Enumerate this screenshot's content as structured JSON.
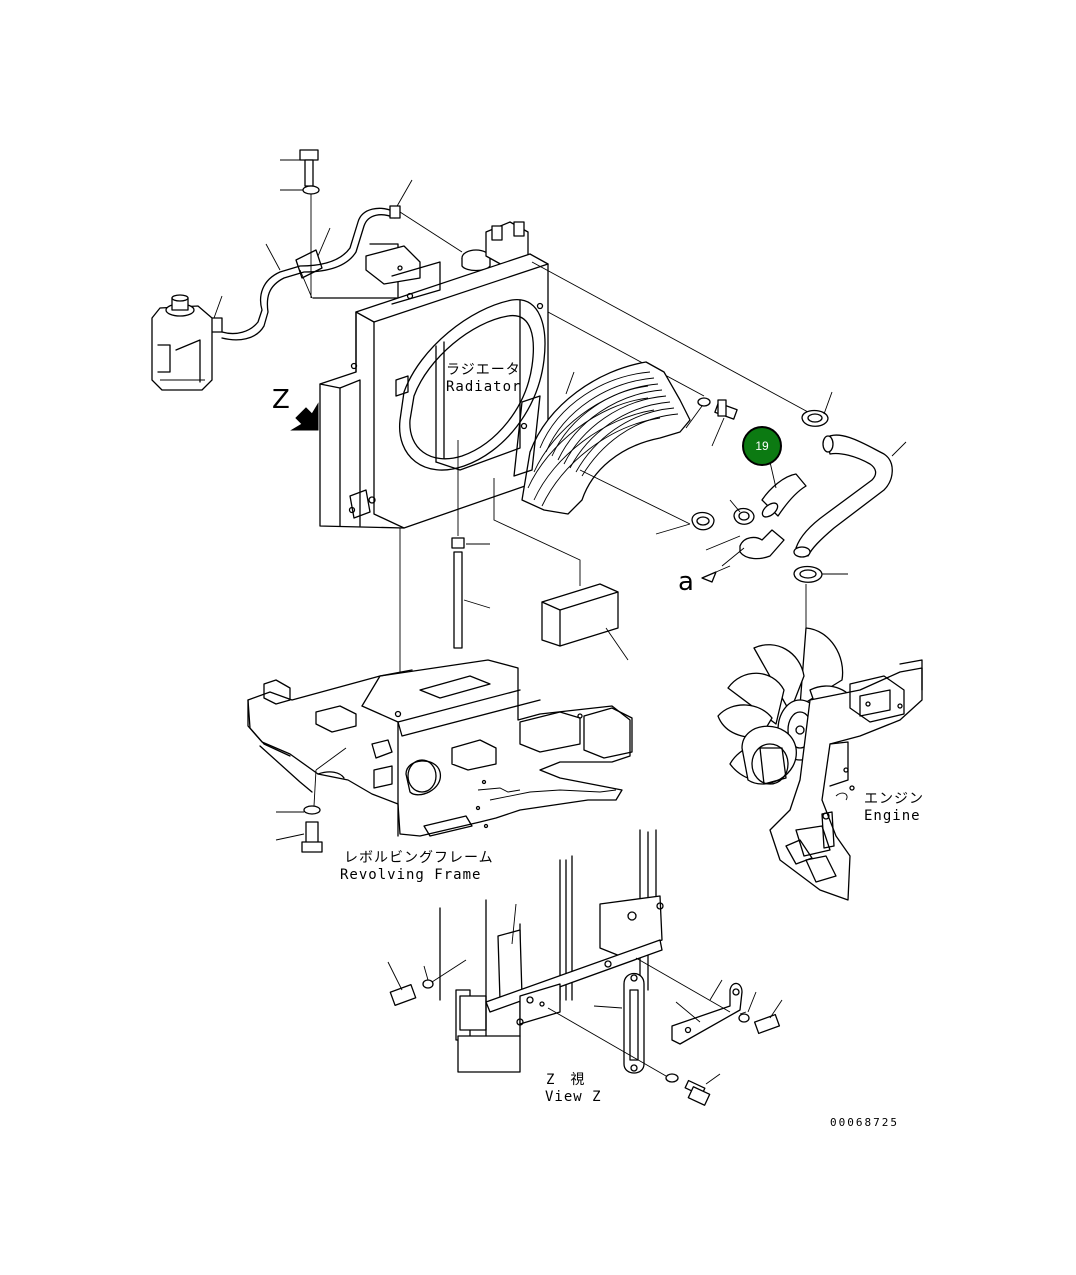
{
  "labels": {
    "radiator_jp": "ラジエータ",
    "radiator_en": "Radiator",
    "engine_jp": "エンジン",
    "engine_en": "Engine",
    "frame_jp": "レボルビングフレーム",
    "frame_en": "Revolving Frame",
    "view_z_jp": "Z　視",
    "view_z_en": "View Z",
    "z_marker": "Z",
    "a_marker": "a",
    "drawing_number": "00068725"
  },
  "callouts": [
    {
      "number": "19",
      "color": "#0c7a12"
    }
  ]
}
